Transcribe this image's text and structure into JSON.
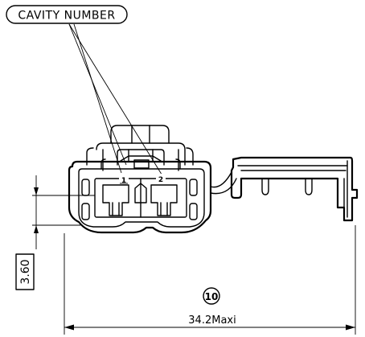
{
  "callout": {
    "cavity_number": "CAVITY NUMBER"
  },
  "cavity_marks": [
    "1",
    "2"
  ],
  "dimensions": {
    "pitch_box": "3.60",
    "pin_count": "10",
    "overall_width": "34.2Maxi"
  }
}
